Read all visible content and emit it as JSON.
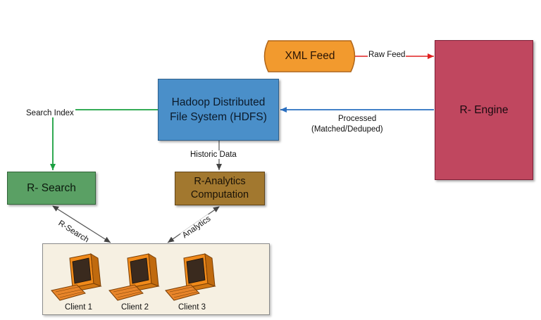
{
  "nodes": {
    "xml_feed": "XML Feed",
    "engine": "R- Engine",
    "hdfs_line1": "Hadoop Distributed",
    "hdfs_line2": "File System (HDFS)",
    "search": "R- Search",
    "analytics_line1": "R-Analytics",
    "analytics_line2": "Computation"
  },
  "edges": {
    "raw_feed": "Raw Feed",
    "processed_line1": "Processed",
    "processed_line2": "(Matched/Deduped)",
    "search_index": "Search Index",
    "historic_data": "Historic Data",
    "r_search": "R-Search",
    "analytics": "Analytics"
  },
  "clients": [
    "Client 1",
    "Client 2",
    "Client 3"
  ],
  "colors": {
    "xml_feed": "#f29a2e",
    "engine": "#c0475f",
    "hdfs": "#4a8fc9",
    "search": "#5aa064",
    "analytics": "#a2782f",
    "raw_feed_arrow": "#e02020",
    "processed_arrow": "#2a6fc0",
    "search_index_arrow": "#1aa040",
    "historic_arrow": "#555555",
    "computer": "#f08a1a"
  }
}
